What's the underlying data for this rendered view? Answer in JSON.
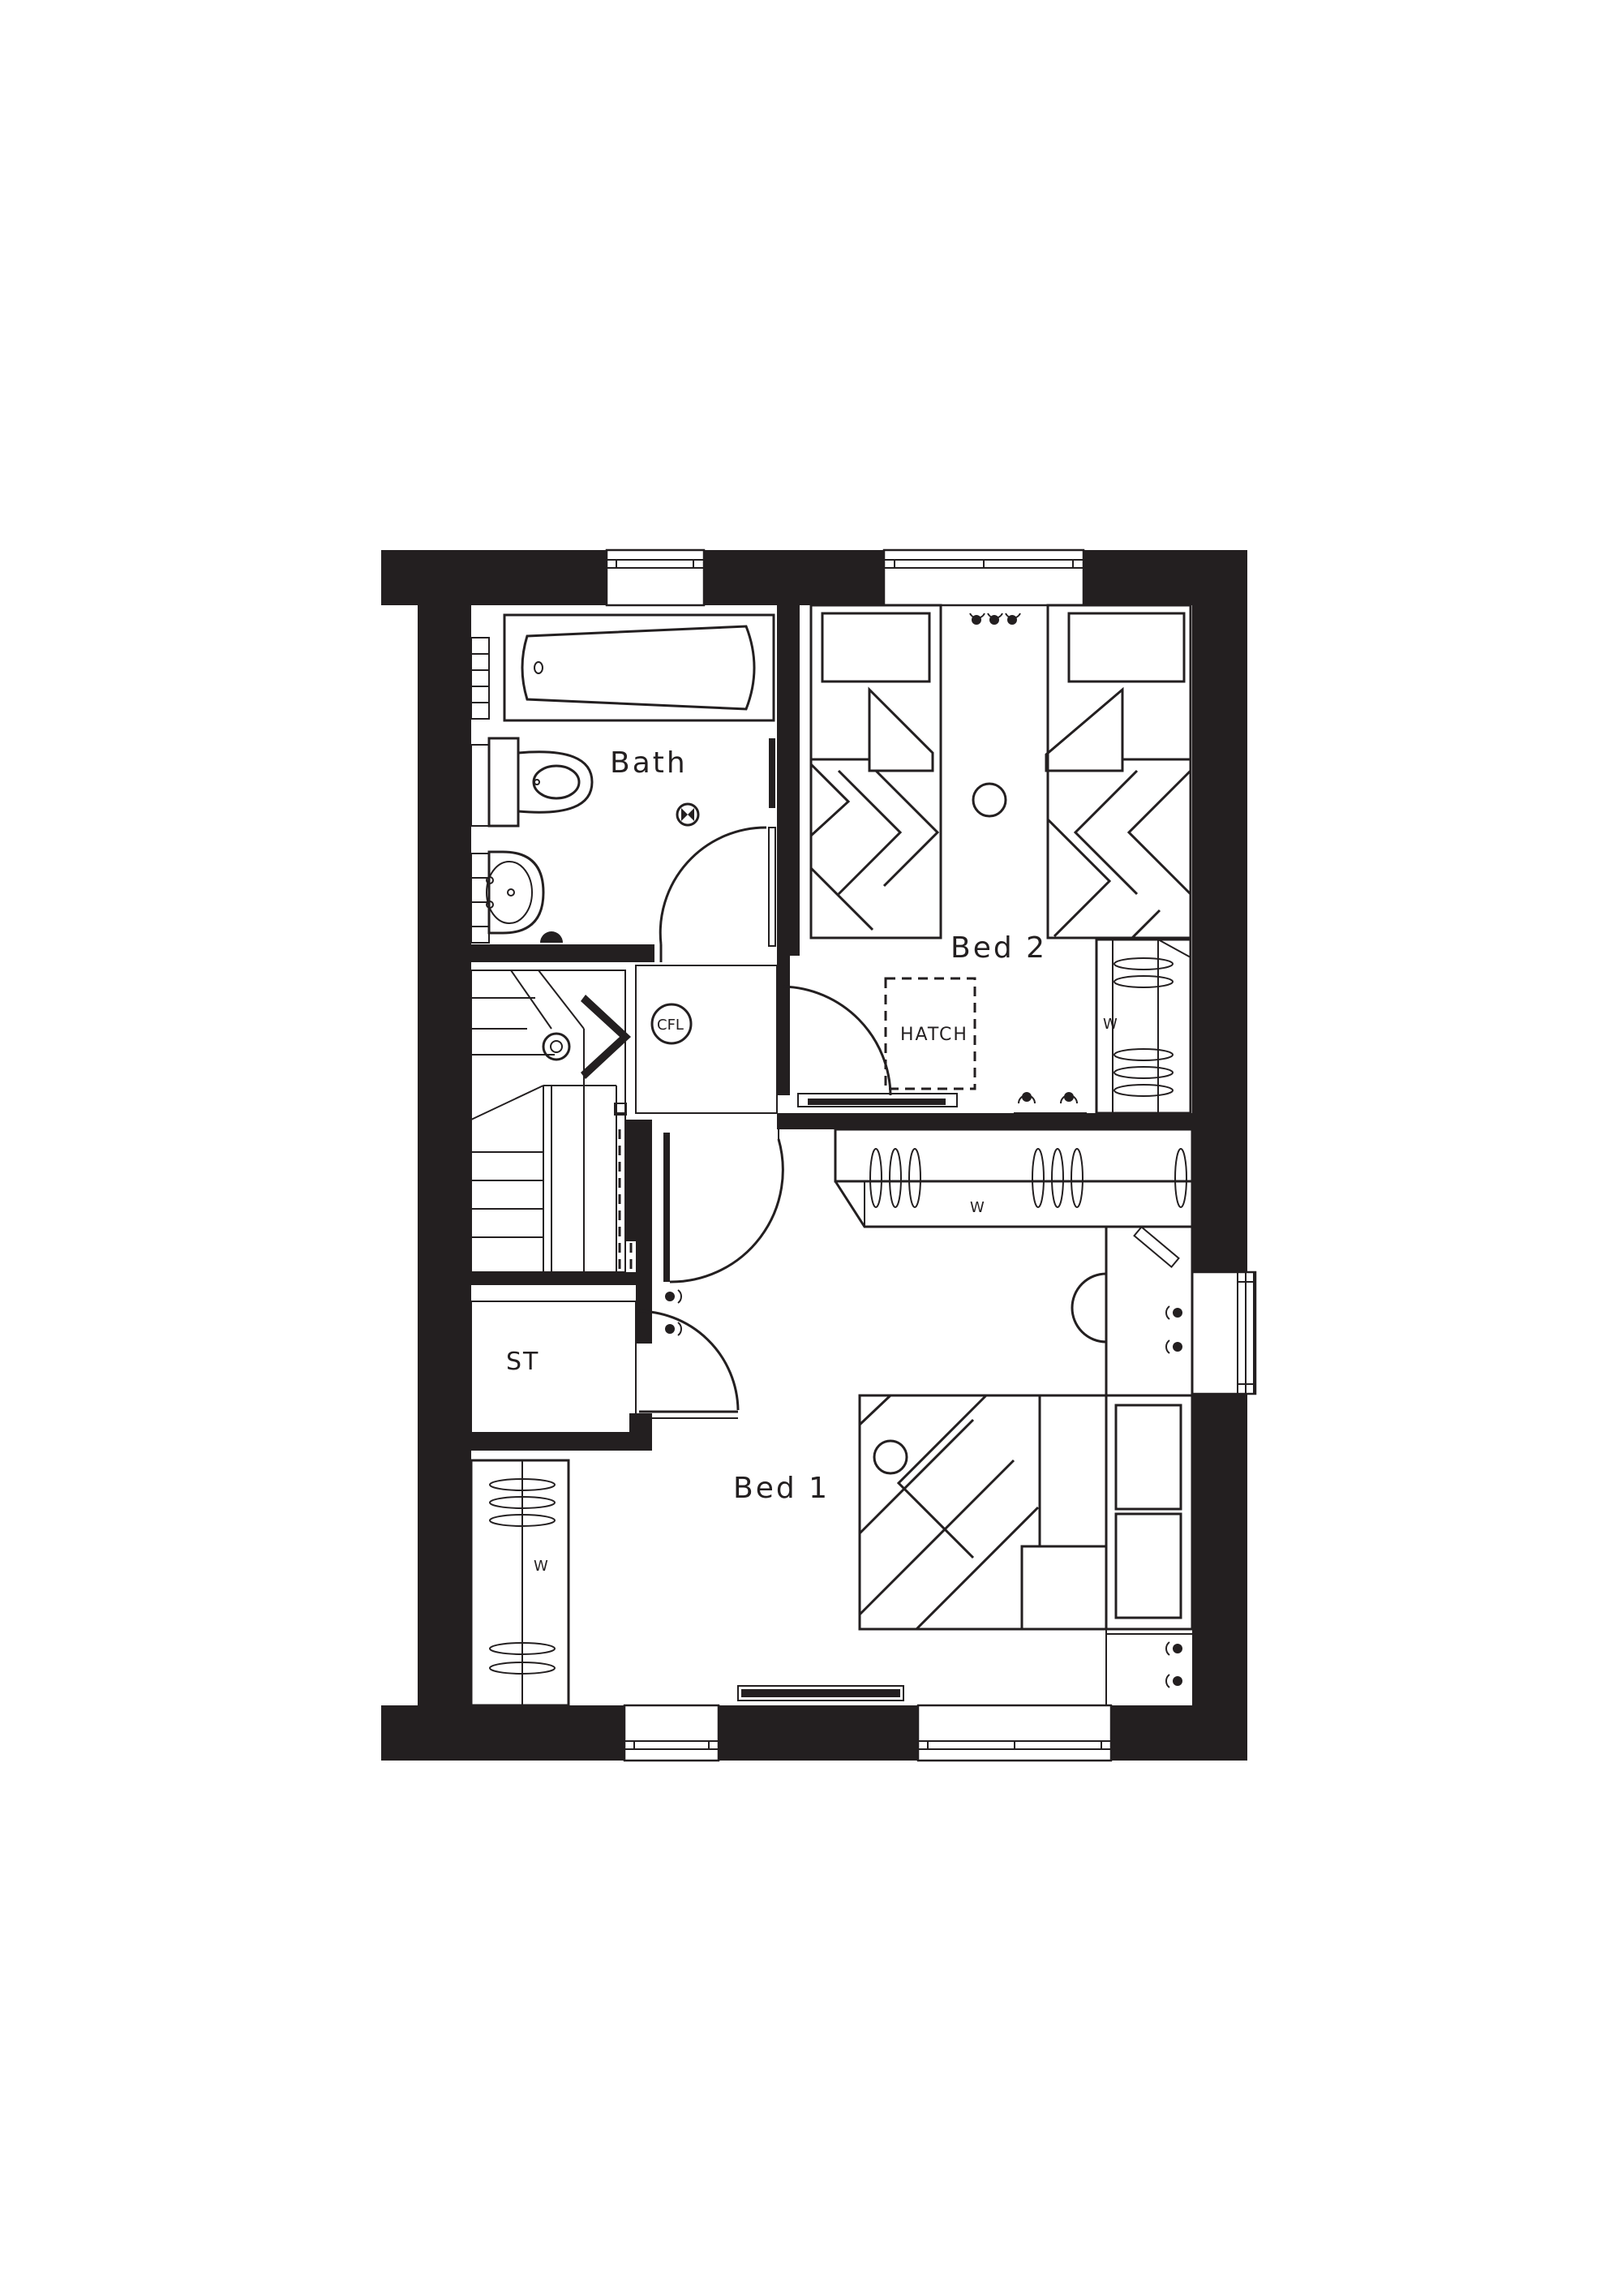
{
  "plan": {
    "rooms": {
      "bath": "Bath",
      "bed2": "Bed 2",
      "bed1": "Bed 1",
      "store": "ST"
    },
    "annotations": {
      "hatch": "HATCH",
      "cfl": "CFL",
      "wardrobe_bed2": "W",
      "wardrobe_bed1_top": "W",
      "wardrobe_bed1_left": "W"
    }
  }
}
